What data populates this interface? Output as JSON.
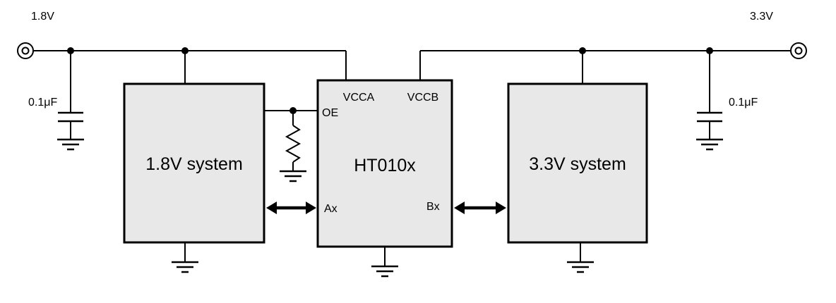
{
  "diagram": {
    "supplies": {
      "left": {
        "label": "1.8V",
        "capacitor": "0.1μF"
      },
      "right": {
        "label": "3.3V",
        "capacitor": "0.1μF"
      }
    },
    "blocks": {
      "left_system": {
        "label": "1.8V system"
      },
      "level_shifter": {
        "label": "HT010x",
        "pins": {
          "vcca": "VCCA",
          "vccb": "VCCB",
          "oe": "OE",
          "ax": "Ax",
          "bx": "Bx"
        }
      },
      "right_system": {
        "label": "3.3V system"
      }
    },
    "colors": {
      "box_fill": "#e8e8e8",
      "stroke": "#000000",
      "background": "#ffffff"
    }
  }
}
